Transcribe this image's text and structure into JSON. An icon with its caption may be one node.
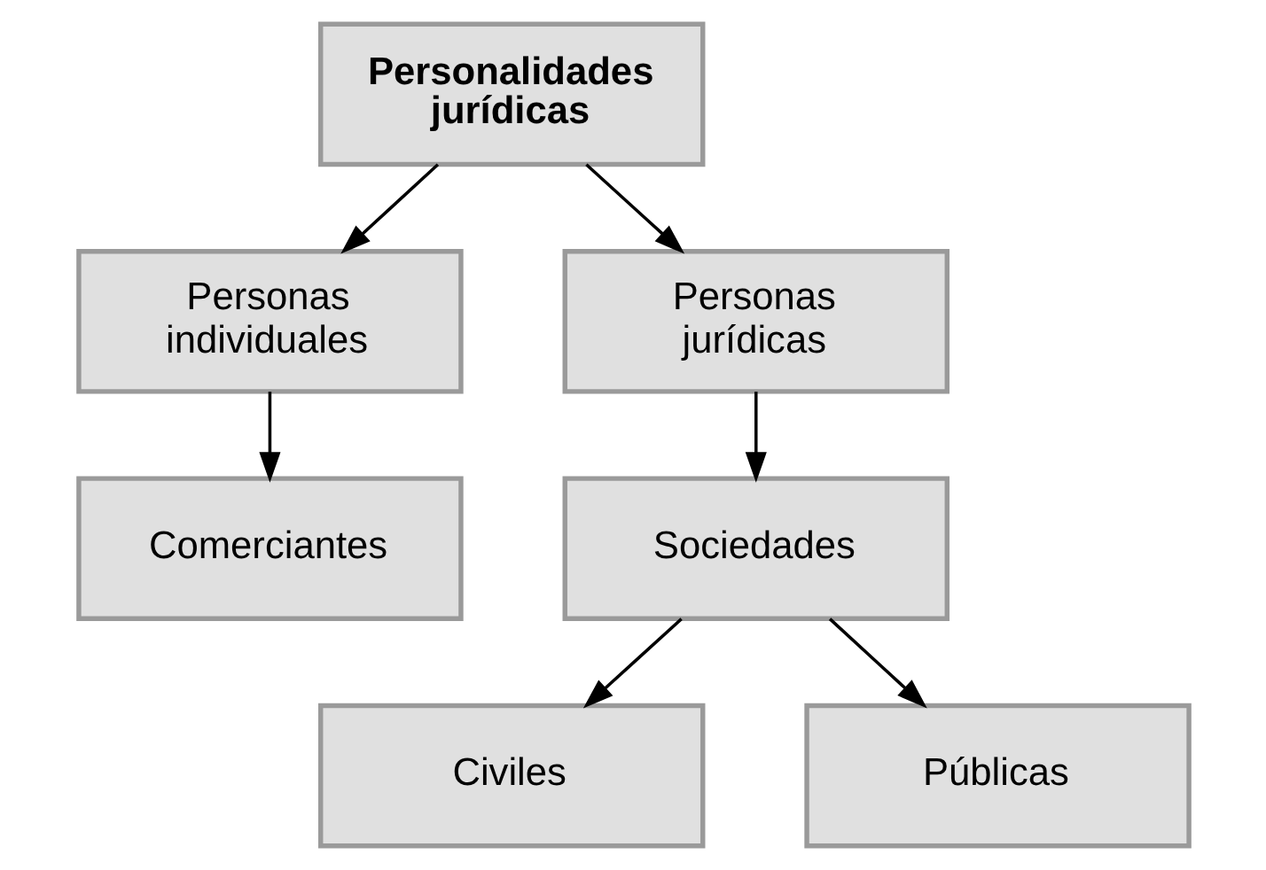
{
  "diagram": {
    "nodes": [
      {
        "text": [
          "Personalidades jurídicas"
        ]
      },
      {
        "text": [
          "Personas individuales"
        ]
      },
      {
        "text": [
          "Personas jurídicas"
        ]
      },
      {
        "text": [
          "Comerciantes"
        ]
      },
      {
        "text": [
          "Sociedades"
        ]
      },
      {
        "text": [
          "Civiles"
        ]
      },
      {
        "text": [
          "Públicas"
        ]
      }
    ],
    "edges": [
      {
        "from": 0,
        "to": 1,
        "arrow": "to"
      },
      {
        "from": 0,
        "to": 2,
        "arrow": "to"
      },
      {
        "from": 1,
        "to": 3,
        "arrow": "to"
      },
      {
        "from": 2,
        "to": 4,
        "arrow": "to"
      },
      {
        "from": 4,
        "to": 5,
        "arrow": "to"
      },
      {
        "from": 4,
        "to": 6,
        "arrow": "to"
      }
    ]
  }
}
